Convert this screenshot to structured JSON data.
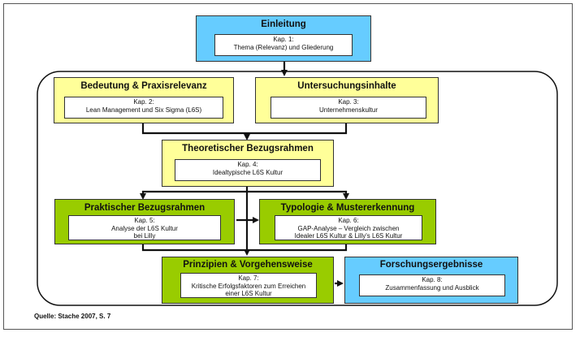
{
  "blocks": {
    "einleitung": {
      "title": "Einleitung",
      "lines": [
        "Kap. 1:",
        "Thema (Relevanz) und Gliederung"
      ],
      "color": "#66ccff"
    },
    "bedeutung": {
      "title": "Bedeutung & Praxisrelevanz",
      "lines": [
        "Kap. 2:",
        "Lean Management und Six Sigma (L6S)"
      ],
      "color": "#ffff99"
    },
    "untersuchung": {
      "title": "Untersuchungsinhalte",
      "lines": [
        "Kap. 3:",
        "Unternehmenskultur"
      ],
      "color": "#ffff99"
    },
    "theoretisch": {
      "title": "Theoretischer Bezugsrahmen",
      "lines": [
        "Kap. 4:",
        "Idealtypische L6S Kultur"
      ],
      "color": "#ffff99"
    },
    "praktisch": {
      "title": "Praktischer Bezugsrahmen",
      "lines": [
        "Kap. 5:",
        "Analyse der L6S Kultur",
        "bei Lilly"
      ],
      "color": "#99cc00"
    },
    "typologie": {
      "title": "Typologie & Mustererkennung",
      "lines": [
        "Kap. 6:",
        "GAP-Analyse – Vergleich zwischen",
        "Idealer L6S Kultur & Lilly's L6S Kultur"
      ],
      "color": "#99cc00"
    },
    "prinzipien": {
      "title": "Prinzipien & Vorgehensweise",
      "lines": [
        "Kap. 7:",
        "Kritische Erfolgsfaktoren zum Erreichen",
        "einer L6S Kultur"
      ],
      "color": "#99cc00"
    },
    "forschung": {
      "title": "Forschungsergebnisse",
      "lines": [
        "Kap. 8:",
        "Zusammenfassung und Ausblick"
      ],
      "color": "#66ccff"
    }
  },
  "source": "Quelle: Stache 2007, S. 7"
}
